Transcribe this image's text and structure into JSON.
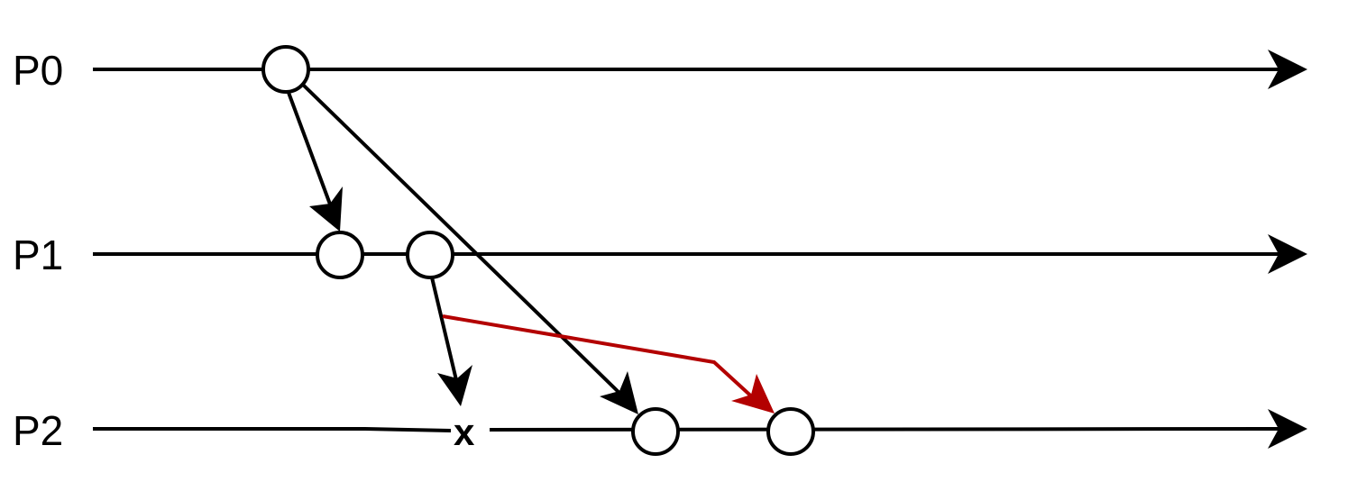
{
  "processes": [
    {
      "id": "P0",
      "label": "P0"
    },
    {
      "id": "P1",
      "label": "P1"
    },
    {
      "id": "P2",
      "label": "P2"
    }
  ],
  "lost_message_marker": "x",
  "colors": {
    "line": "#000000",
    "event_fill": "#ffffff",
    "highlight_message": "#b30000"
  },
  "events": [
    {
      "id": "p0-e1",
      "process": "P0"
    },
    {
      "id": "p1-e1",
      "process": "P1"
    },
    {
      "id": "p1-e2",
      "process": "P1"
    },
    {
      "id": "p2-e1",
      "process": "P2"
    },
    {
      "id": "p2-e2",
      "process": "P2"
    }
  ],
  "messages": [
    {
      "from": "p0-e1",
      "to": "p1-e1",
      "delivered": true,
      "highlighted": false
    },
    {
      "from": "p0-e1",
      "to": "p2-e1",
      "delivered": true,
      "highlighted": false
    },
    {
      "from": "p1-e2",
      "to": "P2",
      "delivered": false,
      "highlighted": false
    },
    {
      "from": "p1-e2",
      "to": "p2-e2",
      "delivered": true,
      "highlighted": true
    }
  ]
}
